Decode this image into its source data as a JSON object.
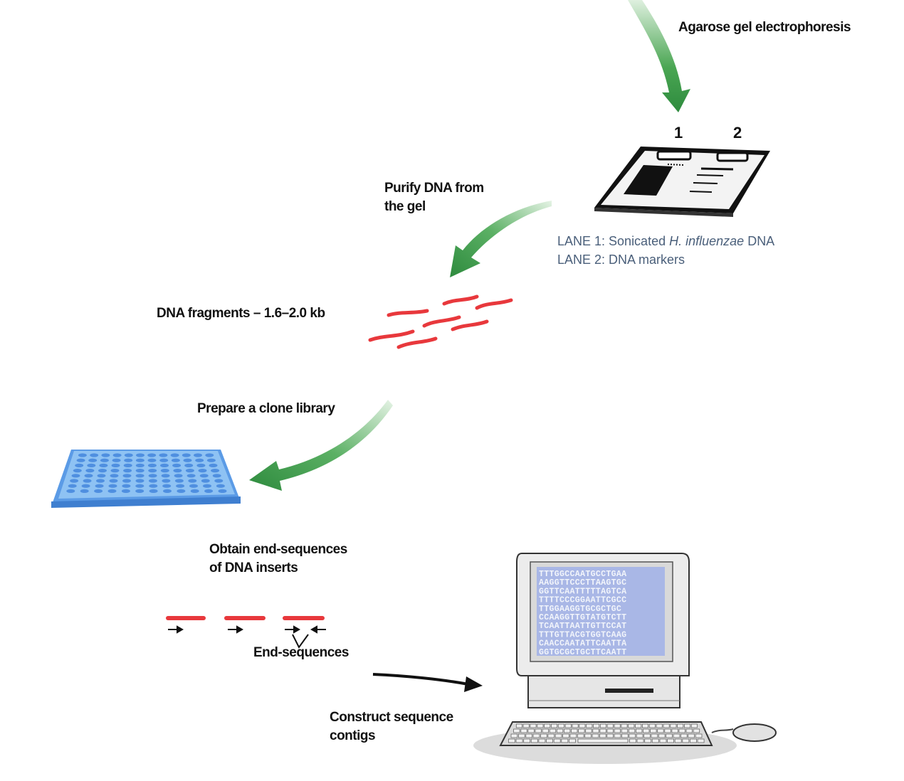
{
  "steps": {
    "electrophoresis": "Agarose gel electrophoresis",
    "purify_line1": "Purify DNA from",
    "purify_line2": "the gel",
    "fragments": "DNA fragments – 1.6–2.0 kb",
    "clone_library": "Prepare a clone library",
    "end_seq_line1": "Obtain end-sequences",
    "end_seq_line2": "of DNA inserts",
    "end_sequences_label": "End-sequences",
    "contigs_line1": "Construct sequence",
    "contigs_line2": "contigs"
  },
  "gel": {
    "lane1_number": "1",
    "lane2_number": "2",
    "lane1_prefix": "LANE 1: Sonicated ",
    "lane1_species": "H. influenzae",
    "lane1_suffix": " DNA",
    "lane2_desc": "LANE 2: DNA markers"
  },
  "screen_lines": [
    "TTTGGCCAATGCCTGAA",
    "AAGGTTCCCTTAAGTGC",
    "GGTTCAATTTTTAGTCA",
    "TTTTCCCGGAATTCGCC",
    "TTGGAAGGTGCGCTGC",
    "CCAAGGTTGTATGTCTT",
    "TCAATTAATTGTTCCAT",
    "TTTGTTACGTGGTCAAG",
    "CAACCAATATTCAATTA",
    "GGTGCGCTGCTTCAATT"
  ],
  "colors": {
    "arrow_green": "#2e8b3e",
    "fragment_red": "#e8383c",
    "plate_blue": "#7fb6ee",
    "screen_blue": "#a9b7e6"
  },
  "icons": [
    "green-curved-arrow",
    "gel-tray",
    "dna-fragment",
    "microtiter-plate",
    "primer-arrow",
    "computer"
  ]
}
